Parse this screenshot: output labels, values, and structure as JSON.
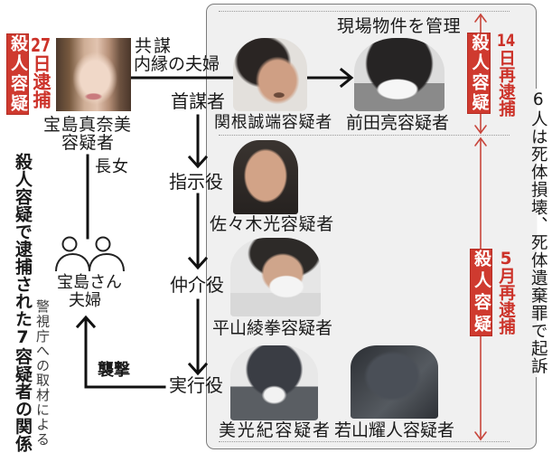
{
  "title": {
    "main": "殺人容疑で逮捕された7容疑者の関係",
    "source": "警視庁への取材による"
  },
  "badges": [
    {
      "charge": "殺人容疑",
      "date_num": "27",
      "date_rest": "日逮捕"
    },
    {
      "charge": "殺人容疑",
      "date_num": "14",
      "date_rest": "日再逮捕"
    },
    {
      "charge": "殺人容疑",
      "date_num": "5",
      "date_rest": "月再逮捕"
    }
  ],
  "main_suspect": {
    "name": "宝島真奈美",
    "title": "容疑者",
    "relation": "長女"
  },
  "victims": {
    "line1": "宝島さん",
    "line2": "夫婦"
  },
  "links": {
    "conspiracy": "共謀",
    "common_law": "内縁の夫婦",
    "manages_property": "現場物件を管理",
    "attack": "襲撃"
  },
  "roles": {
    "mastermind": "首謀者",
    "instructor": "指示役",
    "intermediary": "仲介役",
    "executor": "実行役"
  },
  "suspects": [
    {
      "name": "関根誠端容疑者"
    },
    {
      "name": "前田亮容疑者"
    },
    {
      "name": "佐々木光容疑者"
    },
    {
      "name": "平山綾拳容疑者"
    },
    {
      "name": "美光紀容疑者"
    },
    {
      "name": "若山耀人容疑者"
    }
  ],
  "note": "6人は死体損壊、死体遺棄罪で起訴",
  "colors": {
    "accent_red": "#cf3a2f",
    "panel_bg": "#f0f0f0",
    "line": "#111111",
    "text": "#1a1a1a"
  }
}
